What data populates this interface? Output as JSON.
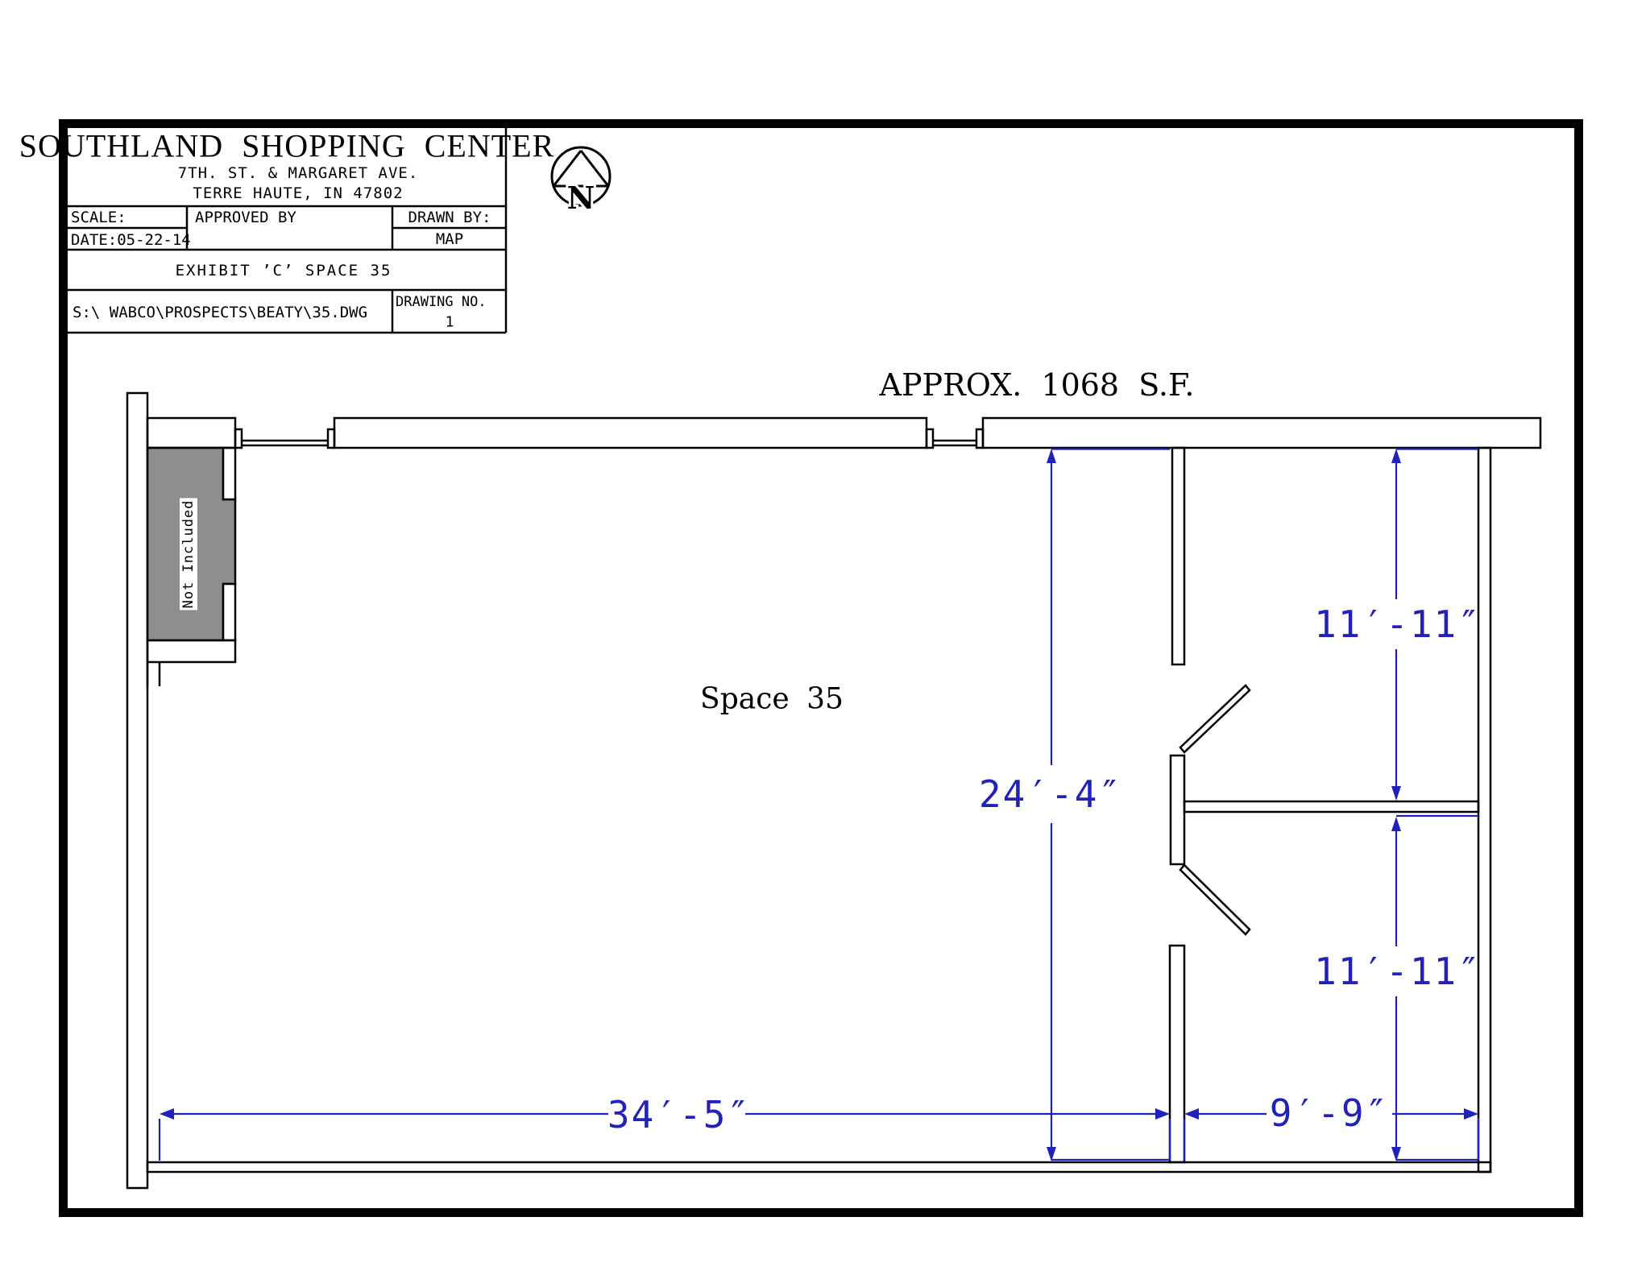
{
  "sheet": {
    "title_block": {
      "title": "SOUTHLAND SHOPPING CENTER",
      "address1": "7TH. ST. & MARGARET AVE.",
      "address2": "TERRE HAUTE, IN 47802",
      "scale_label": "SCALE:",
      "date_label": "DATE:",
      "date_value": "05-22-14",
      "approved_by": "APPROVED BY",
      "drawn_by_label": "DRAWN BY:",
      "drawn_by_value": "MAP",
      "exhibit": "EXHIBIT ’C’ SPACE 35",
      "file_path": "S:\\ WABCO\\PROSPECTS\\BEATY\\35.DWG",
      "drawing_no_label": "DRAWING NO.",
      "drawing_no_value": "1"
    },
    "north_letter": "N"
  },
  "plan": {
    "area_text": "APPROX. 1068 S.F.",
    "space_label": "Space 35",
    "not_included": "Not Included",
    "dims": {
      "overall_width": "34′-5″",
      "right_width": "9′-9″",
      "overall_depth": "24′-4″",
      "room_top_depth": "11′-11″",
      "room_bottom_depth": "11′-11″"
    },
    "colors": {
      "dimension": "#2222bb",
      "walls": "#000000",
      "excluded_fill": "#8e8e8e"
    }
  }
}
